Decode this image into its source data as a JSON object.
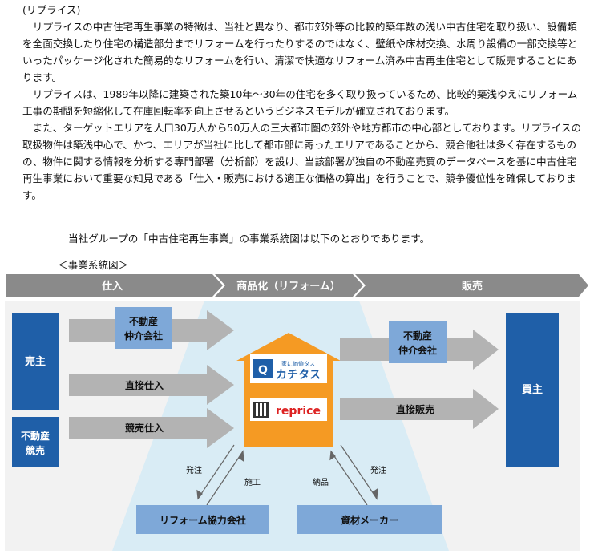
{
  "text": {
    "heading": "(リプライス)",
    "p1": "リプライスの中古住宅再生事業の特徴は、当社と異なり、都市郊外等の比較的築年数の浅い中古住宅を取り扱い、設備類を全面交換したり住宅の構造部分までリフォームを行ったりするのではなく、壁紙や床材交換、水周り設備の一部交換等といったパッケージ化された簡易的なリフォームを行い、清潔で快適なリフォーム済み中古再生住宅として販売することにあります。",
    "p2": "リプライスは、1989年以降に建築された築10年～30年の住宅を多く取り扱っているため、比較的築浅ゆえにリフォーム工事の期間を短縮化して在庫回転率を向上させるというビジネスモデルが確立されております。",
    "p3": "また、ターゲットエリアを人口30万人から50万人の三大都市圏の郊外や地方都市の中心部としております。リプライスの取扱物件は築浅中心で、かつ、エリアが当社に比して都市部に寄ったエリアであることから、競合他社は多く存在するものの、物件に関する情報を分析する専門部署（分析部）を設け、当該部署が独自の不動産売買のデータベースを基に中古住宅再生事業において重要な知見である「仕入・販売における適正な価格の算出」を行うことで、競争優位性を確保しております。",
    "group_sentence": "当社グループの「中古住宅再生事業」の事業系統図は以下のとおりであります。",
    "diagram_caption": "＜事業系統図＞"
  },
  "diagram": {
    "stages": [
      "仕入",
      "商品化（リフォーム）",
      "販売"
    ],
    "seller": "売主",
    "auction": "不動産\n競売",
    "broker_in": "不動産\n仲介会社",
    "direct_in": "直接仕入",
    "auction_in": "競売仕入",
    "logo_kachitas": "カチタス",
    "logo_kachitas_tag": "家に価値タス",
    "logo_reprice": "reprice",
    "broker_out": "不動産\n仲介会社",
    "direct_out": "直接販売",
    "buyer": "買主",
    "order1": "発注",
    "construction": "施工",
    "delivery": "納品",
    "order2": "発注",
    "reform_partner": "リフォーム協力会社",
    "material_maker": "資材メーカー",
    "colors": {
      "navy": "#1f5fa8",
      "light_blue": "#7ea8d8",
      "arrow_gray": "#b3b3b3",
      "orange": "#f59a23",
      "band": "#8a8a8a"
    }
  }
}
